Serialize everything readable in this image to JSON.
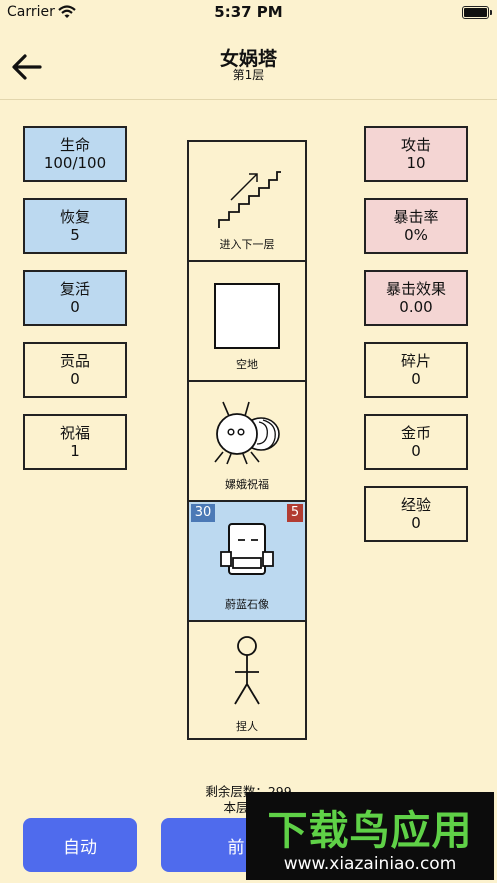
{
  "status": {
    "carrier": "Carrier",
    "time": "5:37 PM"
  },
  "header": {
    "title": "女娲塔",
    "subtitle": "第1层"
  },
  "left_stats": [
    {
      "label": "生命",
      "value": "100/100"
    },
    {
      "label": "恢复",
      "value": "5"
    },
    {
      "label": "复活",
      "value": "0"
    },
    {
      "label": "贡品",
      "value": "0"
    },
    {
      "label": "祝福",
      "value": "1"
    }
  ],
  "right_stats": [
    {
      "label": "攻击",
      "value": "10"
    },
    {
      "label": "暴击率",
      "value": "0%"
    },
    {
      "label": "暴击效果",
      "value": "0.00"
    },
    {
      "label": "碎片",
      "value": "0"
    },
    {
      "label": "金币",
      "value": "0"
    },
    {
      "label": "经验",
      "value": "0"
    }
  ],
  "tower": [
    {
      "label": "进入下一层",
      "icon": "stairs-icon"
    },
    {
      "label": "空地",
      "icon": "empty-square-icon"
    },
    {
      "label": "嫘娥祝福",
      "icon": "snail-creature-icon"
    },
    {
      "label": "蔚蓝石像",
      "icon": "robot-statue-icon",
      "hp": "30",
      "atk": "5",
      "selected": true
    },
    {
      "label": "捏人",
      "icon": "stick-figure-icon"
    }
  ],
  "info": {
    "remaining_floors": "剩余层数：299",
    "combo": "本层组合"
  },
  "buttons": {
    "auto": "自动",
    "forward": "前"
  },
  "watermark": {
    "main": "下载鸟应用",
    "url": "www.xiazainiao.com"
  },
  "colors": {
    "background": "#fcf2cf",
    "blue_stat": "#bcd9f0",
    "pink_stat": "#f4d5d3",
    "button": "#4f6bed",
    "hp_badge": "#4b79b6",
    "atk_badge": "#b23c32"
  }
}
